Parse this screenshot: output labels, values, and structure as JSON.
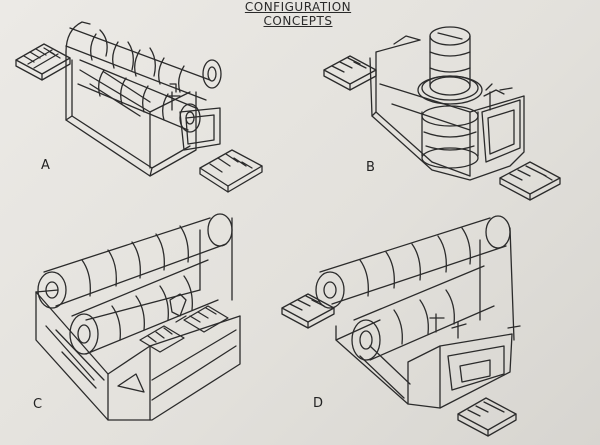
{
  "title": "CONFIGURATION CONCEPTS",
  "concepts": [
    {
      "label": "A"
    },
    {
      "label": "B"
    },
    {
      "label": "C"
    },
    {
      "label": "D"
    }
  ],
  "colors": {
    "paper": "#e6e4df",
    "ink": "#2b2b2b"
  }
}
